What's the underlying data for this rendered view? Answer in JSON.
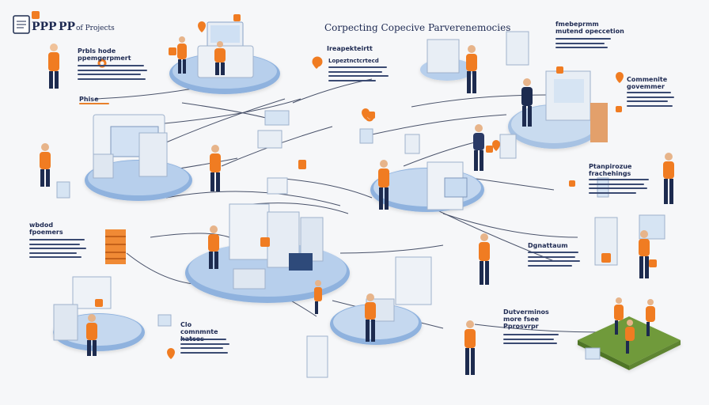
{
  "header": {
    "logo_text": "PPP",
    "logo_icon": "document-icon",
    "title_part1": "PP",
    "title_part2": "of Projects",
    "center_heading": "Corpecting Copecive Parverenemocies"
  },
  "blocks": {
    "top_left": "Prbls hode ppemgerpmert",
    "top_left_tag": "Phise",
    "top_center": "Ireapekteirtt",
    "top_center_sub": "Lopeztnctcrtecd",
    "top_right_heading": "fmebeprmm mutend opeccetion",
    "right_upper": "Commenite govemmer",
    "right_middle": "Ptanpirozue frachehings",
    "left_middle": "wbdod fpoemers",
    "center_right": "Dgnattaum",
    "bottom_center": "Clo comnmnte hatces",
    "bottom_right": "Dutverminos more fsee Pprosvrpr"
  },
  "colors": {
    "background": "#f6f7f9",
    "platform_blue": "#8fb2de",
    "accent_orange": "#f07c22",
    "navy": "#1d2b4f",
    "grass": "#6f9a3a"
  },
  "icons": [
    "document-icon",
    "gear-icon",
    "cloud-icon",
    "location-pin-icon",
    "server-icon"
  ]
}
